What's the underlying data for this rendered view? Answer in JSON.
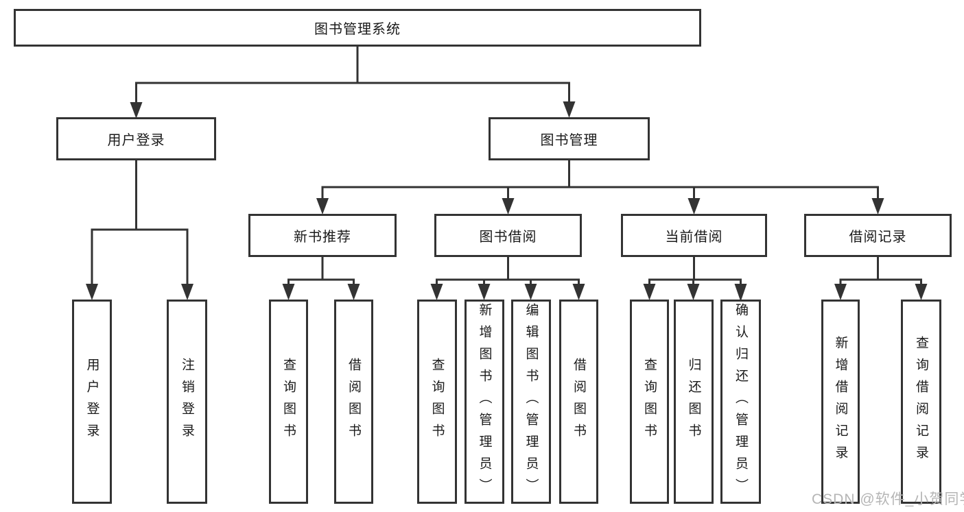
{
  "nodes": {
    "root": "图书管理系统",
    "user_login": "用户登录",
    "book_mgmt": "图书管理",
    "new_book_rec": "新书推荐",
    "book_borrow": "图书借阅",
    "current_borrow": "当前借阅",
    "borrow_record": "借阅记录",
    "leaf_user_login": "用户登录",
    "leaf_logout": "注销登录",
    "leaf_query_book_1": "查询图书",
    "leaf_borrow_book_1": "借阅图书",
    "leaf_query_book_2": "查询图书",
    "leaf_add_book": "新增图书（管理员）",
    "leaf_edit_book": "编辑图书（管理员）",
    "leaf_borrow_book_2": "借阅图书",
    "leaf_query_book_3": "查询图书",
    "leaf_return_book": "归还图书",
    "leaf_confirm_return": "确认归还（管理员）",
    "leaf_add_borrow_record": "新增借阅记录",
    "leaf_query_borrow_record": "查询借阅记录"
  },
  "watermark": "CSDN @软件_小贺同学",
  "colors": {
    "line": "#333333",
    "text": "#1a1a1a",
    "watermark": "#b5b5b5",
    "background": "#ffffff"
  }
}
